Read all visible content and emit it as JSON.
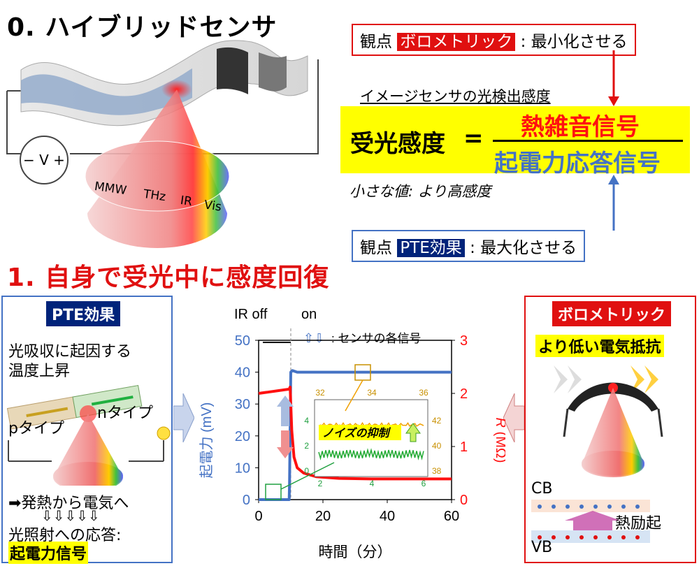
{
  "section0": {
    "title": "0. ハイブリッドセンサ",
    "voltage_label": "− V +",
    "spectrum": {
      "mmw": "MMW",
      "thz": "THz",
      "ir": "IR",
      "vis": "Vis"
    },
    "view_top": {
      "prefix": "観点",
      "tag": "ボロメトリック",
      "suffix": ": 最小化させる"
    },
    "formula_caption": "イメージセンサの光検出感度",
    "formula": {
      "lhs": "受光感度",
      "eq": "=",
      "numerator": "熱雑音信号",
      "denominator": "起電力応答信号"
    },
    "note": "小さな値: より高感度",
    "view_bottom": {
      "prefix": "観点",
      "tag": "PTE効果",
      "suffix": ": 最大化させる"
    }
  },
  "section1": {
    "title": "1. 自身で受光中に感度回復",
    "left_panel": {
      "title": "PTE効果",
      "line1": "光吸収に起因する",
      "line2": "温度上昇",
      "ptype": "pタイプ",
      "ntype": "nタイプ",
      "arrow_text": "➡発熱から電気へ",
      "down_arrows": "⇩⇩⇩⇩⇩",
      "response": "光照射への応答:",
      "highlight": "起電力信号"
    },
    "right_panel": {
      "title": "ボロメトリック",
      "highlight": "より低い電気抵抗",
      "cb": "CB",
      "vb": "VB",
      "excite": "熱励起"
    }
  },
  "chart_data": {
    "type": "line",
    "ir_off": "IR off",
    "ir_on": "on",
    "legend_symbols": "⇧⇩",
    "legend_text": ": センサの各信号",
    "xlabel": "時間（分）",
    "ylabel_left": "起電力 (mV)",
    "ylabel_right_italic": "R",
    "ylabel_right_unit": " (MΩ)",
    "xlim": [
      0,
      60
    ],
    "ylim_left": [
      0,
      50
    ],
    "ylim_right": [
      0,
      3
    ],
    "x_ticks": [
      "0",
      "20",
      "40",
      "60"
    ],
    "y_left_ticks": [
      "0",
      "10",
      "20",
      "30",
      "40",
      "50"
    ],
    "y_right_ticks": [
      "0",
      "1",
      "2",
      "3"
    ],
    "series": [
      {
        "axis": "left",
        "color": "#4472c4",
        "x": [
          0,
          9.5,
          9.6,
          10,
          10.5,
          12,
          60
        ],
        "y": [
          0,
          0,
          5,
          40,
          40.5,
          40,
          40
        ]
      },
      {
        "axis": "right",
        "color": "#ff1010",
        "x": [
          0,
          9.5,
          9.8,
          10.3,
          11,
          12,
          14,
          18,
          25,
          35,
          60
        ],
        "y": [
          2.0,
          2.08,
          2.12,
          1.3,
          0.8,
          0.6,
          0.5,
          0.43,
          0.4,
          0.39,
          0.39
        ]
      }
    ],
    "inset": {
      "label": "ノイズの抑制",
      "top_x_ticks": [
        "32",
        "34",
        "36"
      ],
      "bottom_x_ticks": [
        "2",
        "4",
        "6"
      ],
      "left_ticks": [
        "0",
        "2",
        "4"
      ],
      "right_ticks": [
        "38",
        "40",
        "42"
      ],
      "top_trace_color": "#f0a000",
      "bottom_trace_color": "#22aa33"
    }
  },
  "colors": {
    "red": "#e01010",
    "blue": "#4472c4",
    "navy": "#00237a",
    "yellow": "#ffff00"
  }
}
